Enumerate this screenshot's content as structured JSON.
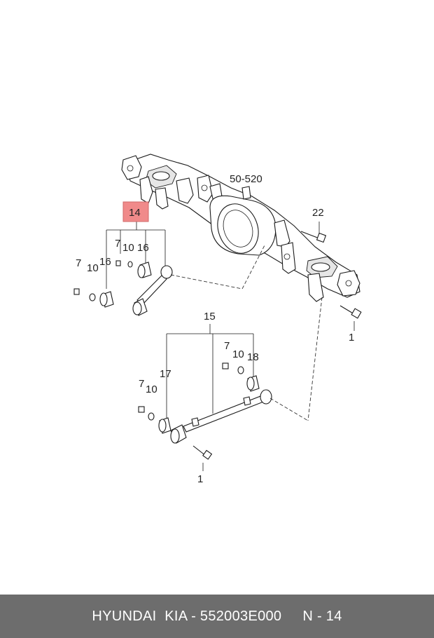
{
  "diagram": {
    "callouts": {
      "c50_520": "50-520",
      "c22": "22",
      "c14": "14",
      "c7a": "7",
      "c10a": "10",
      "c16a": "16",
      "c7b": "7",
      "c10b": "10",
      "c16b": "16",
      "c1a": "1",
      "c15": "15",
      "c7c": "7",
      "c10c": "10",
      "c18": "18",
      "c17": "17",
      "c7d": "7",
      "c10d": "10",
      "c1b": "1"
    },
    "highlight_color": "#f08a8a"
  },
  "footer": {
    "part_text": "HYUNDAI  KIA - 552003E000",
    "page_text": "N - 14"
  }
}
